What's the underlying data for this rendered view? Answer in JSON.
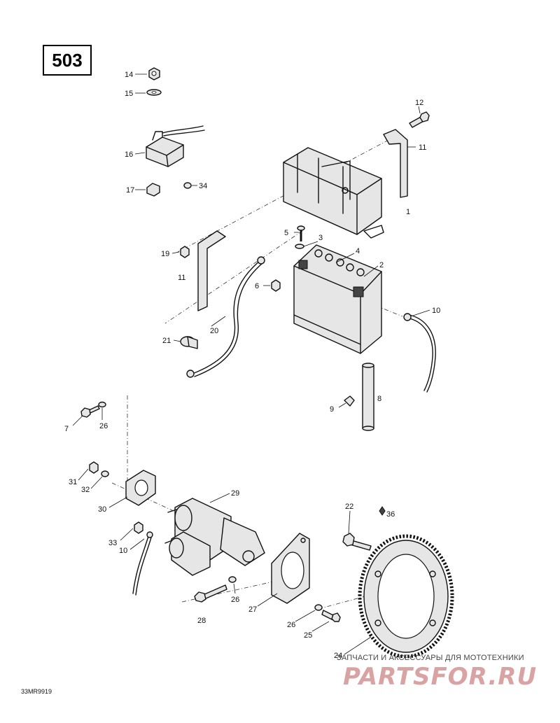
{
  "diagram": {
    "page_number": "503",
    "drawing_code": "33MR9919",
    "callouts": [
      "14",
      "15",
      "16",
      "17",
      "34",
      "12",
      "11",
      "1",
      "5",
      "3",
      "4",
      "2",
      "19",
      "11",
      "6",
      "10",
      "21",
      "20",
      "9",
      "8",
      "7",
      "26",
      "31",
      "32",
      "30",
      "29",
      "22",
      "36",
      "33",
      "10",
      "26",
      "27",
      "28",
      "26",
      "25",
      "24"
    ]
  },
  "watermark": {
    "tagline": "ЗАПЧАСТИ И АКСЕССУАРЫ ДЛЯ МОТОТЕХНИКИ",
    "logo": "PARTSFOR.RU"
  }
}
